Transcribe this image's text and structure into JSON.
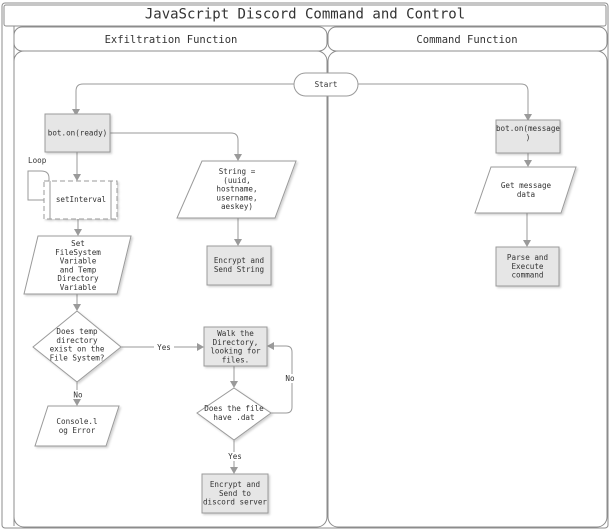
{
  "title": "JavaScript Discord Command and Control",
  "lanes": {
    "left": "Exfiltration Function",
    "right": "Command Function"
  },
  "nodes": {
    "start": [
      "Start"
    ],
    "bot_ready": [
      "bot.on(ready)"
    ],
    "set_interval": [
      "setInterval"
    ],
    "string_vars": [
      "String =",
      "(uuid,",
      "hostname,",
      "username,",
      "aeskey)"
    ],
    "set_fs_var": [
      "Set",
      "FileSystem",
      "Variable",
      "and Temp",
      "Directory",
      "Variable"
    ],
    "encrypt_send_string": [
      "Encrypt and",
      "Send String"
    ],
    "temp_dir_exists": [
      "Does temp",
      "directory",
      "exist on the",
      "File System?"
    ],
    "walk_directory": [
      "Walk the",
      "Directory,",
      "looking for",
      "files."
    ],
    "has_dat": [
      "Does the file",
      "have .dat"
    ],
    "console_log_error": [
      "Console.l",
      "og Error"
    ],
    "encrypt_send_server": [
      "Encrypt and",
      "Send to",
      "discord server"
    ],
    "bot_message": [
      "bot.on(message",
      ")"
    ],
    "get_message_data": [
      "Get message",
      "data"
    ],
    "parse_execute": [
      "Parse and",
      "Execute",
      "command"
    ]
  },
  "edge_labels": {
    "loop": "Loop",
    "yes_exists": "Yes",
    "no_exists": "No",
    "no_dat": "No",
    "yes_dat": "Yes"
  }
}
